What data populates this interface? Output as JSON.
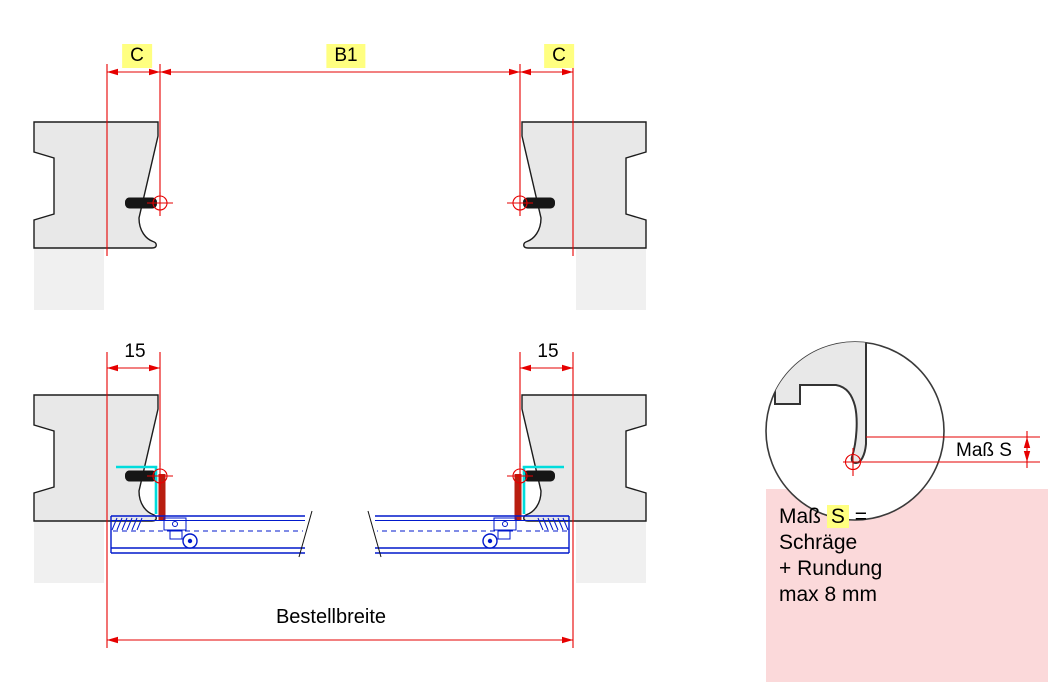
{
  "colors": {
    "dimension_red": "#e60000",
    "highlight_yellow": "#ffff80",
    "profile_fill": "#e8e8e8",
    "profile_outline": "#1c1c1c",
    "wall_fill": "#f0f0f0",
    "hardware_blue": "#0018cc",
    "seal_cyan": "#00dcdc",
    "panel_red": "#b81e10",
    "note_pink": "#fbd9da"
  },
  "top_view": {
    "dim_c_left": "C",
    "dim_b1": "B1",
    "dim_c_right": "C"
  },
  "bottom_view": {
    "dim_15_left": "15",
    "dim_15_right": "15",
    "dim_width": "Bestellbreite"
  },
  "detail_view": {
    "dim_s_label": "Maß S",
    "note_line1_prefix": "Maß ",
    "note_line1_highlight": "S",
    "note_line1_suffix": " =",
    "note_line2": "Schräge",
    "note_line3": "+ Rundung",
    "note_line4": "max 8 mm"
  }
}
